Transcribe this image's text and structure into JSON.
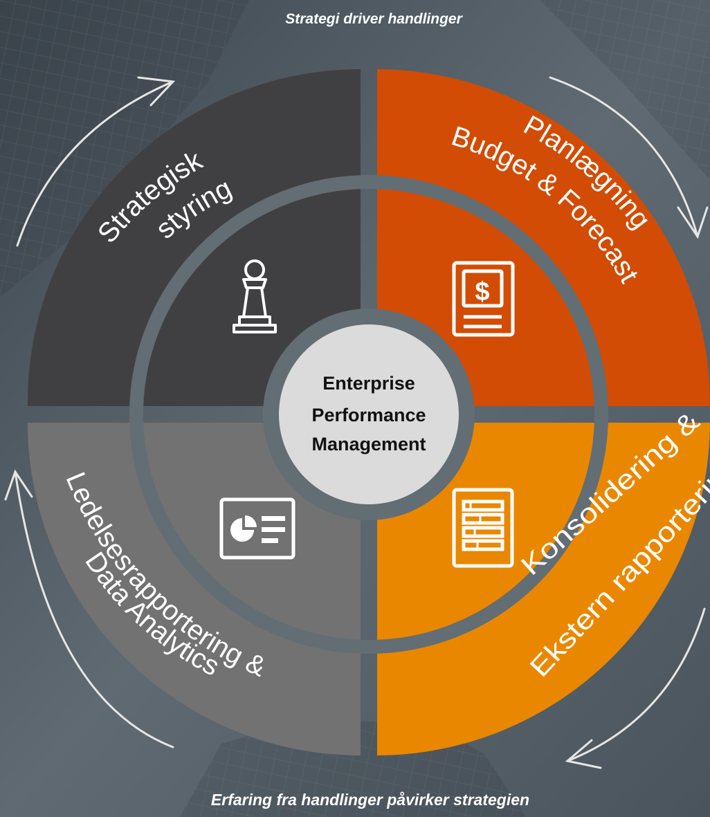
{
  "captions": {
    "top": "Strategi driver handlinger",
    "bottom": "Erfaring fra handlinger påvirker strategien"
  },
  "center": {
    "line1": "Enterprise",
    "line2": "Performance",
    "line3": "Management"
  },
  "segments": [
    {
      "id": "strategisk",
      "line1": "Strategisk",
      "line2": "styring",
      "icon": "chess-pawn-icon",
      "color": "#404042"
    },
    {
      "id": "planlaegning",
      "line1": "Planlægning",
      "line2": "Budget & Forecast",
      "icon": "dollar-document-icon",
      "color": "#d24c05"
    },
    {
      "id": "konsolidering",
      "line1": "Konsolidering &",
      "line2": "Ekstern rapportering",
      "icon": "report-list-icon",
      "color": "#ea8700"
    },
    {
      "id": "ledelse",
      "line1": "Ledelsesrapportering &",
      "line2": "Data Analytics",
      "icon": "pie-chart-report-icon",
      "color": "#727272"
    }
  ],
  "colors": {
    "background": "#57626b",
    "ring_gap": "#626d74",
    "center_fill": "#dbdbdb",
    "arrow": "#e6e6e6"
  }
}
